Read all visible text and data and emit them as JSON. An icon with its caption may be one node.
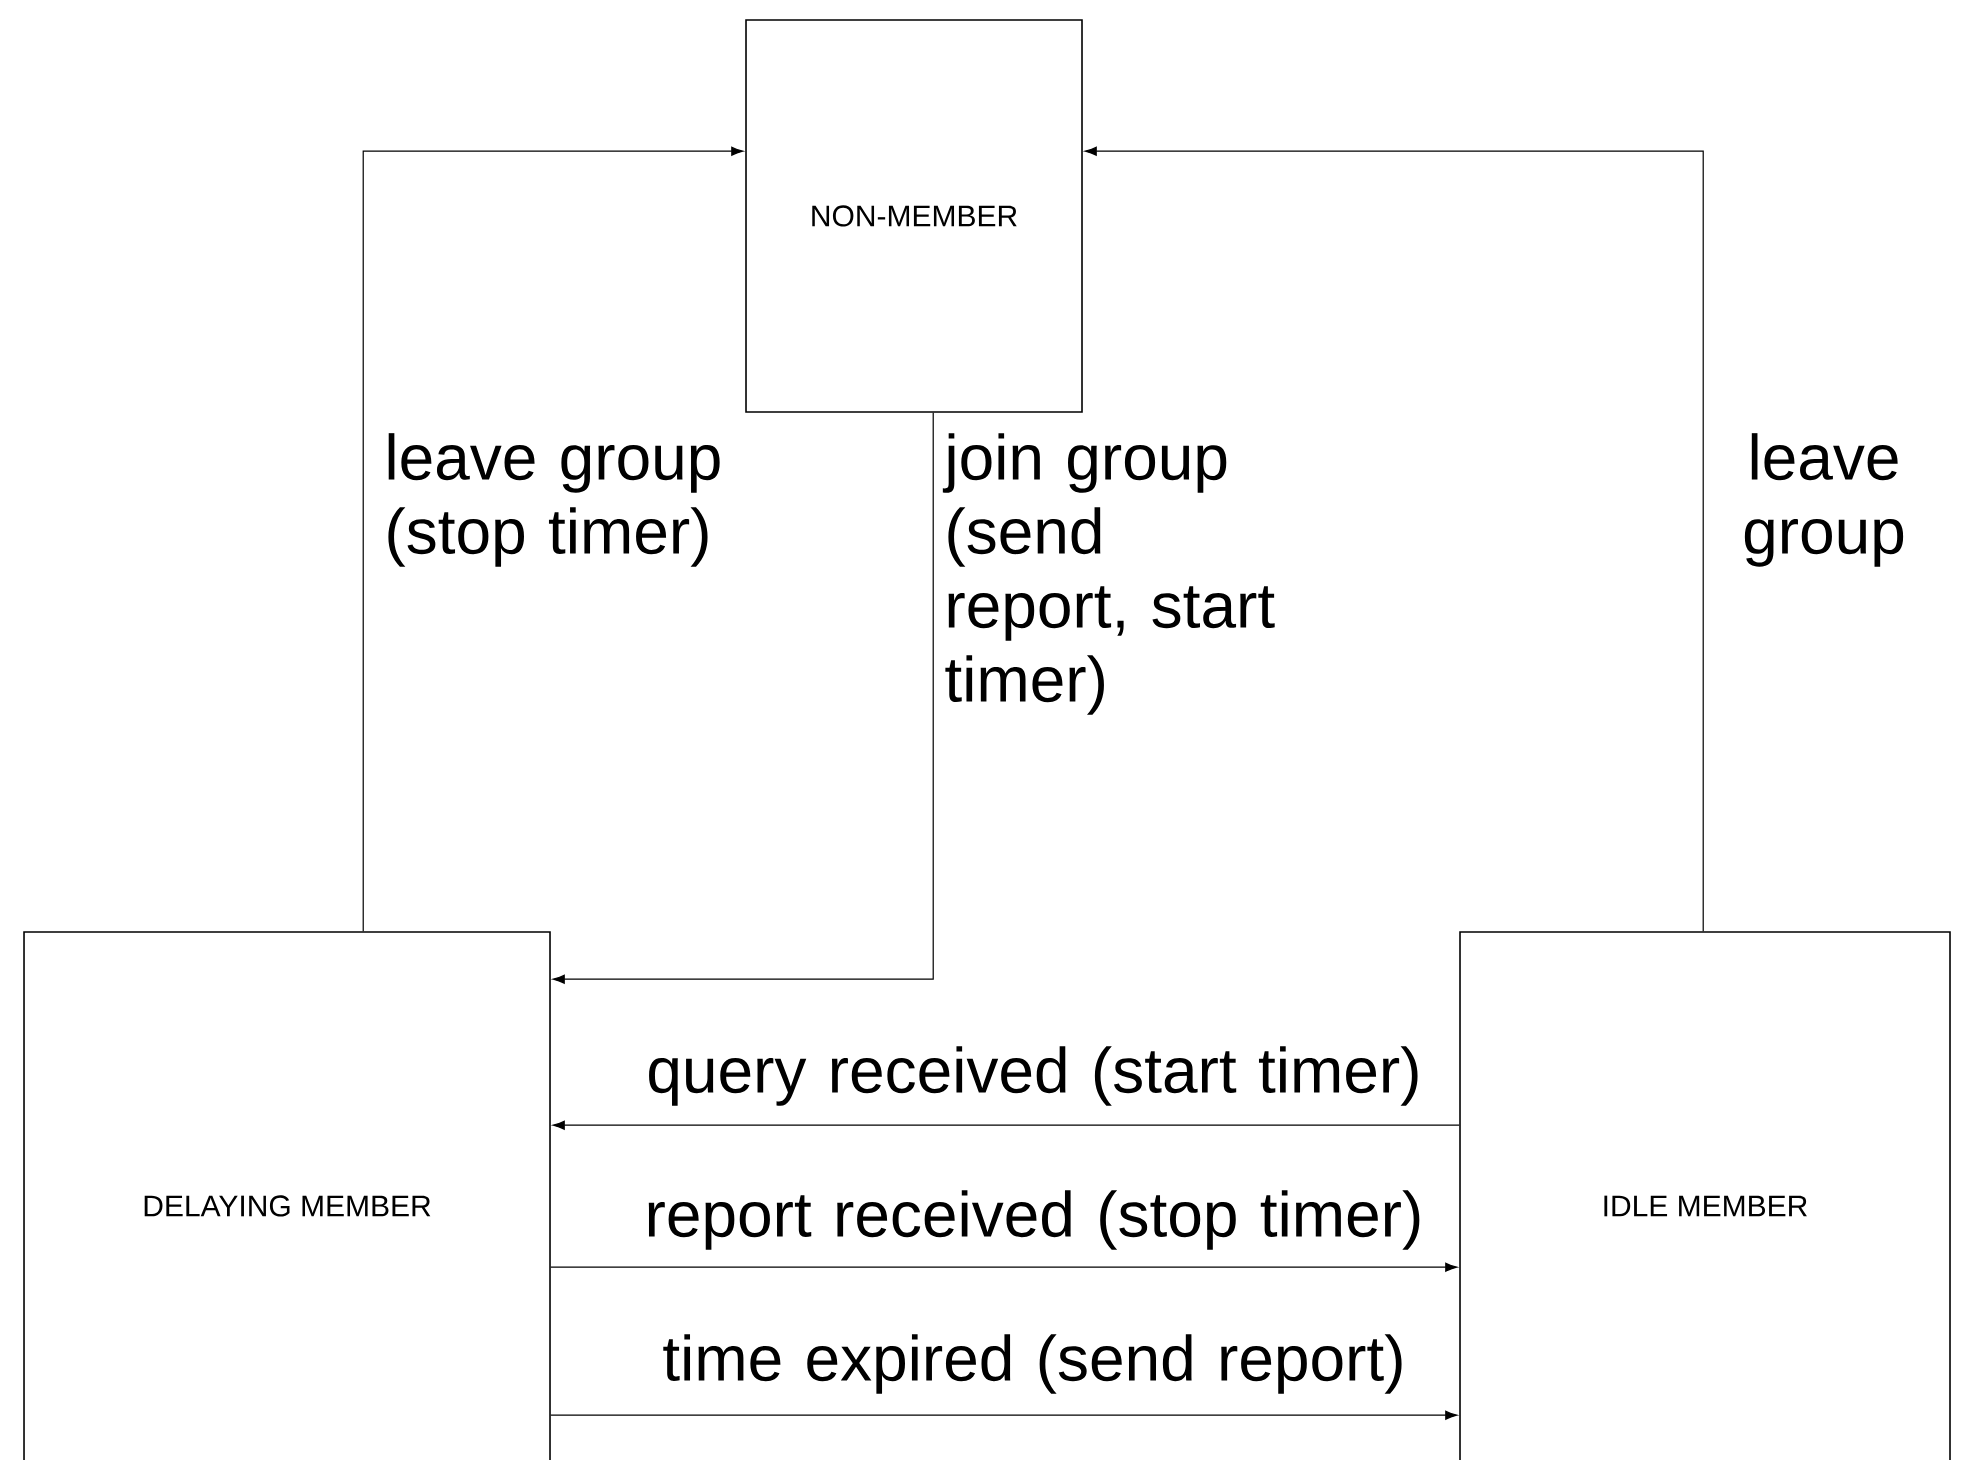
{
  "diagram": {
    "nodes": [
      {
        "text": [
          "NON-MEMBER"
        ]
      },
      {
        "text": [
          "DELAYING MEMBER"
        ]
      },
      {
        "text": [
          "IDLE MEMBER"
        ]
      }
    ],
    "edges": [
      {
        "from": 1,
        "to": 0,
        "arrow": "to",
        "label": "leave group (stop timer)"
      },
      {
        "from": 0,
        "to": 1,
        "arrow": "to",
        "label": "join group (send report, start timer)"
      },
      {
        "from": 2,
        "to": 0,
        "arrow": "to",
        "label": "leave group"
      },
      {
        "from": 2,
        "to": 1,
        "arrow": "to",
        "label": "query received (start timer)"
      },
      {
        "from": 1,
        "to": 2,
        "arrow": "to",
        "label": "report received (stop timer)"
      },
      {
        "from": 1,
        "to": 2,
        "arrow": "to",
        "label": "time expired (send report)"
      }
    ]
  }
}
